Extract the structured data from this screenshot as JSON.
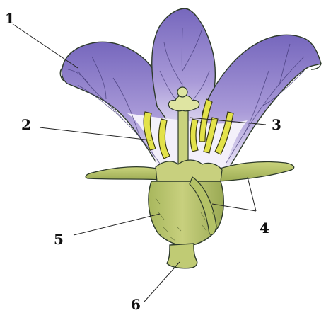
{
  "labels": {
    "l1": "1",
    "l2": "2",
    "l3": "3",
    "l4": "4",
    "l5": "5",
    "l6": "6"
  },
  "colors": {
    "petal_top": "#7b6cc0",
    "petal_bottom": "#efeaf8",
    "sepal": "#b7c26a",
    "receptacle": "#b9c46d",
    "stamen": "#e3e24a",
    "outline": "#2d3a2a"
  }
}
